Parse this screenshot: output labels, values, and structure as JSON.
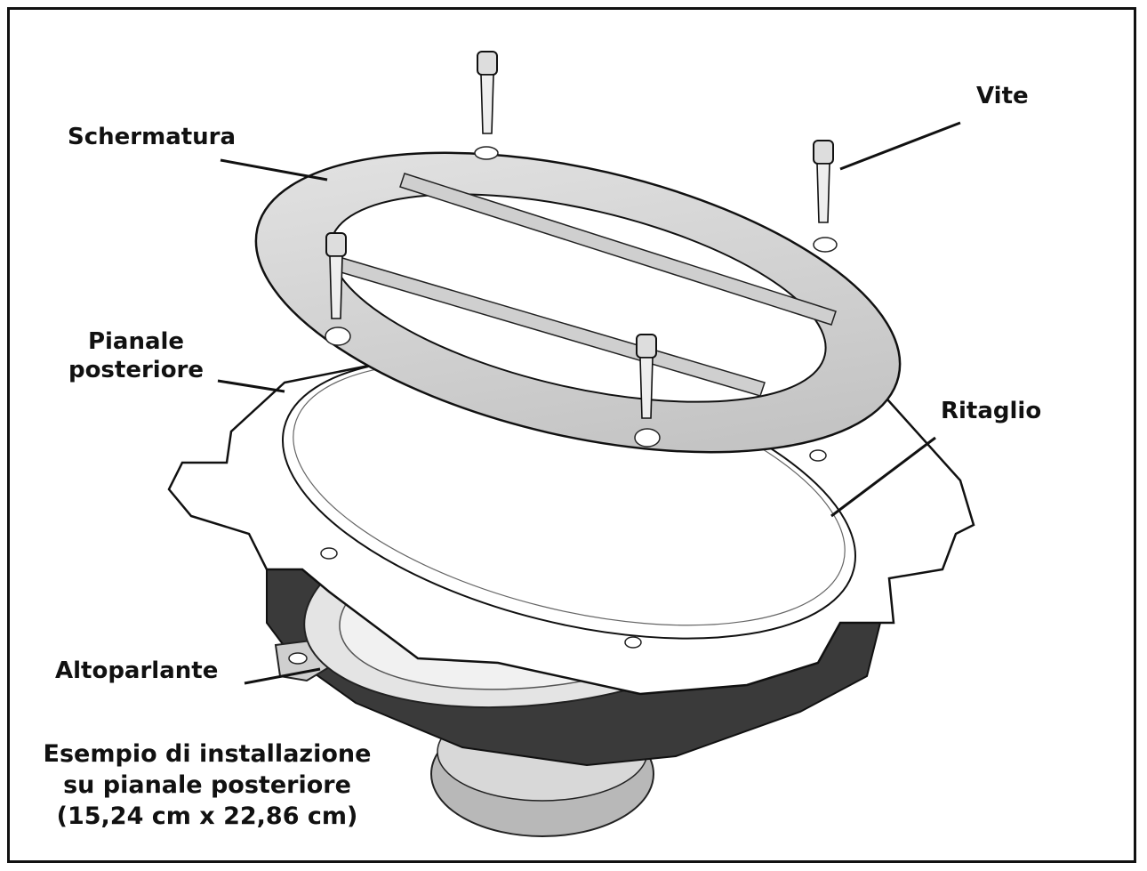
{
  "labels": {
    "shield": "Schermatura",
    "screw": "Vite",
    "rear_deck_1": "Pianale",
    "rear_deck_2": "posteriore",
    "cutout": "Ritaglio",
    "speaker": "Altoparlante",
    "caption_1": "Esempio di installazione",
    "caption_2": "su pianale posteriore",
    "caption_3": "(15,24 cm x 22,86 cm)"
  }
}
